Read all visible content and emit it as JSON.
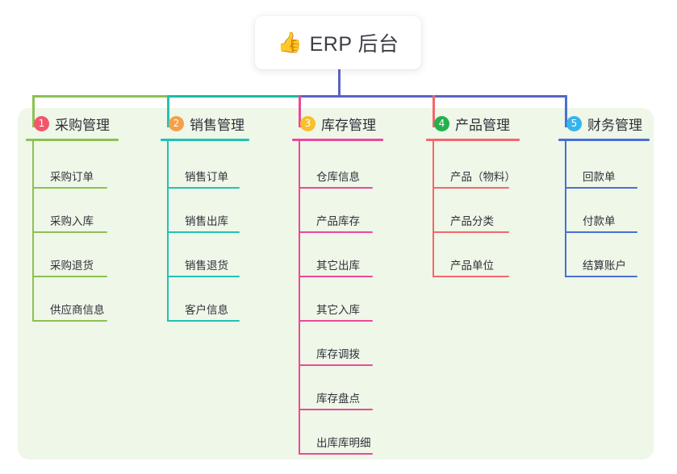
{
  "root": {
    "icon": "thumbs-up-icon",
    "icon_glyph": "👍",
    "title": "ERP 后台"
  },
  "panel": {
    "background_color": "#eef7e8"
  },
  "stem_color": "#5b63c4",
  "trunk_segments": [
    {
      "color": "#8cc152"
    },
    {
      "color": "#18bda1"
    },
    {
      "color": "#5b63c4"
    }
  ],
  "columns": [
    {
      "index": "1",
      "title": "采购管理",
      "badge_color": "#f3566b",
      "line_color": "#8cc152",
      "items": [
        "采购订单",
        "采购入库",
        "采购退货",
        "供应商信息"
      ]
    },
    {
      "index": "2",
      "title": "销售管理",
      "badge_color": "#f4a04b",
      "line_color": "#22c2b4",
      "items": [
        "销售订单",
        "销售出库",
        "销售退货",
        "客户信息"
      ]
    },
    {
      "index": "3",
      "title": "库存管理",
      "badge_color": "#f7c02e",
      "line_color": "#ec4899",
      "items": [
        "仓库信息",
        "产品库存",
        "其它出库",
        "其它入库",
        "库存调拨",
        "库存盘点",
        "出库库明细"
      ]
    },
    {
      "index": "4",
      "title": "产品管理",
      "badge_color": "#22b14c",
      "line_color": "#f4676b",
      "items": [
        "产品（物料）",
        "产品分类",
        "产品单位"
      ]
    },
    {
      "index": "5",
      "title": "财务管理",
      "badge_color": "#34b5ec",
      "line_color": "#4a6fd4",
      "items": [
        "回款单",
        "付款单",
        "结算账户"
      ]
    }
  ]
}
